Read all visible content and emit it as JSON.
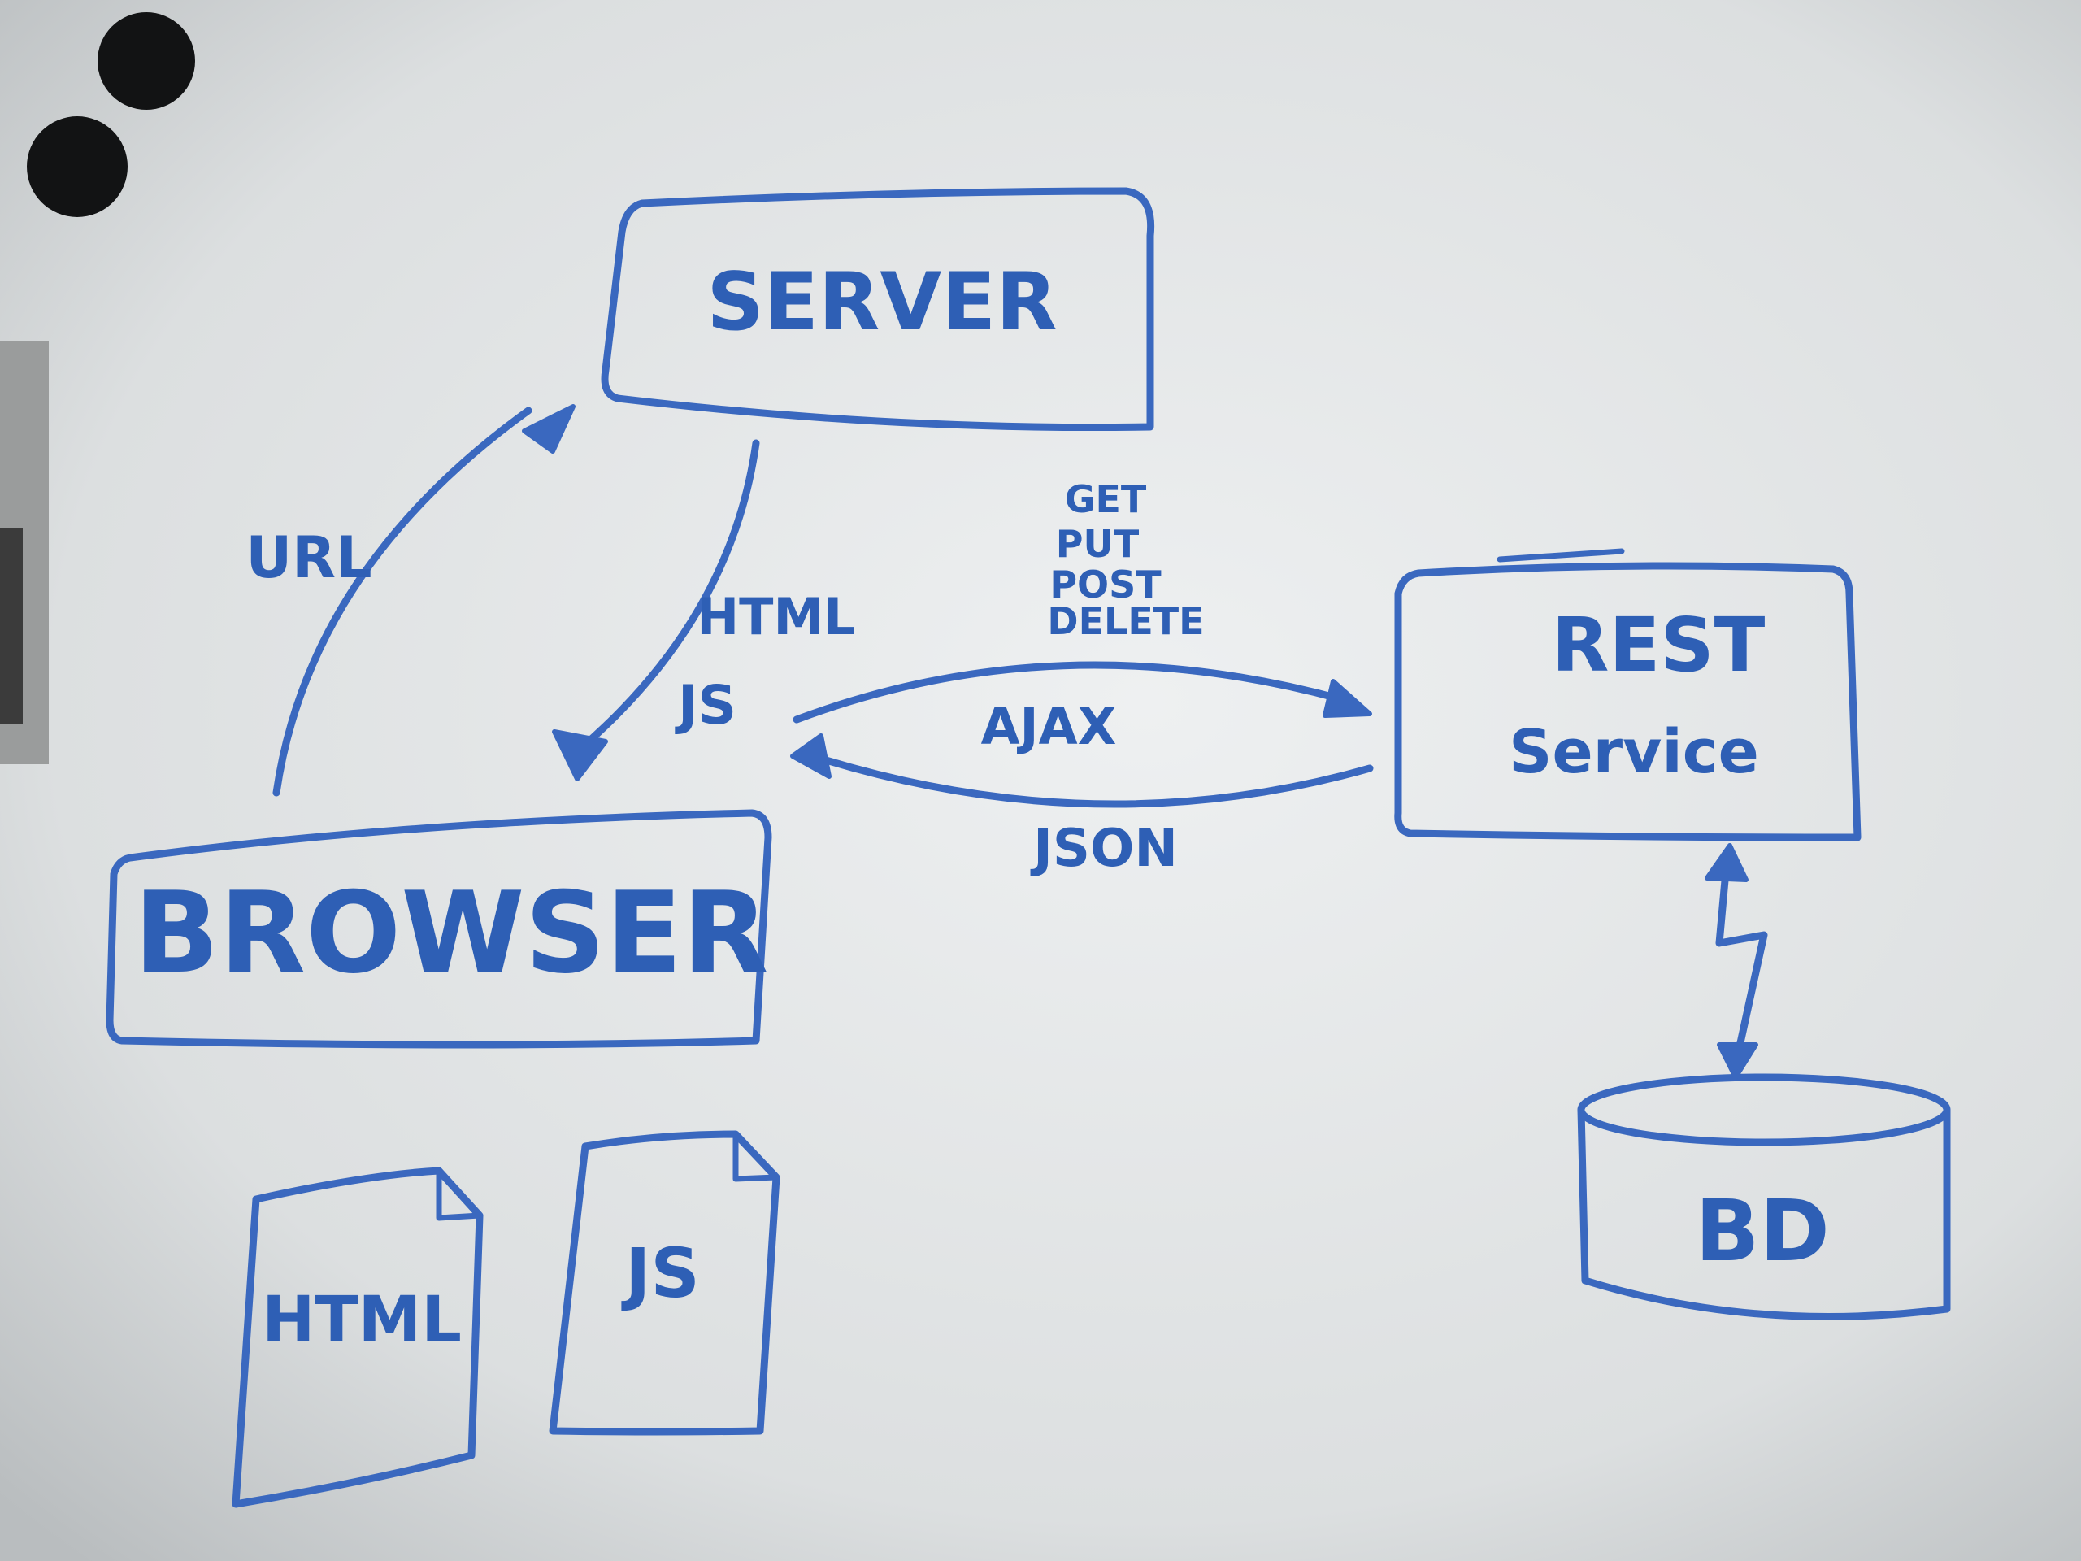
{
  "diagram": {
    "nodes": {
      "server": {
        "label": "SERVER"
      },
      "browser": {
        "label": "BROWSER"
      },
      "rest": {
        "label_line1": "REST",
        "label_line2": "Service"
      },
      "db": {
        "label": "BD"
      }
    },
    "files": [
      {
        "label": "HTML"
      },
      {
        "label": "JS"
      }
    ],
    "edges": {
      "browser_to_server": {
        "label": "URL"
      },
      "server_to_browser": {
        "label_line1": "HTML",
        "label_line2": "JS"
      },
      "ajax": {
        "label": "AJAX",
        "methods": [
          "GET",
          "PUT",
          "POST",
          "DELETE"
        ]
      },
      "json": {
        "label": "JSON"
      }
    }
  },
  "colors": {
    "marker": "#3a68bf",
    "board": "#e6e8e9"
  }
}
